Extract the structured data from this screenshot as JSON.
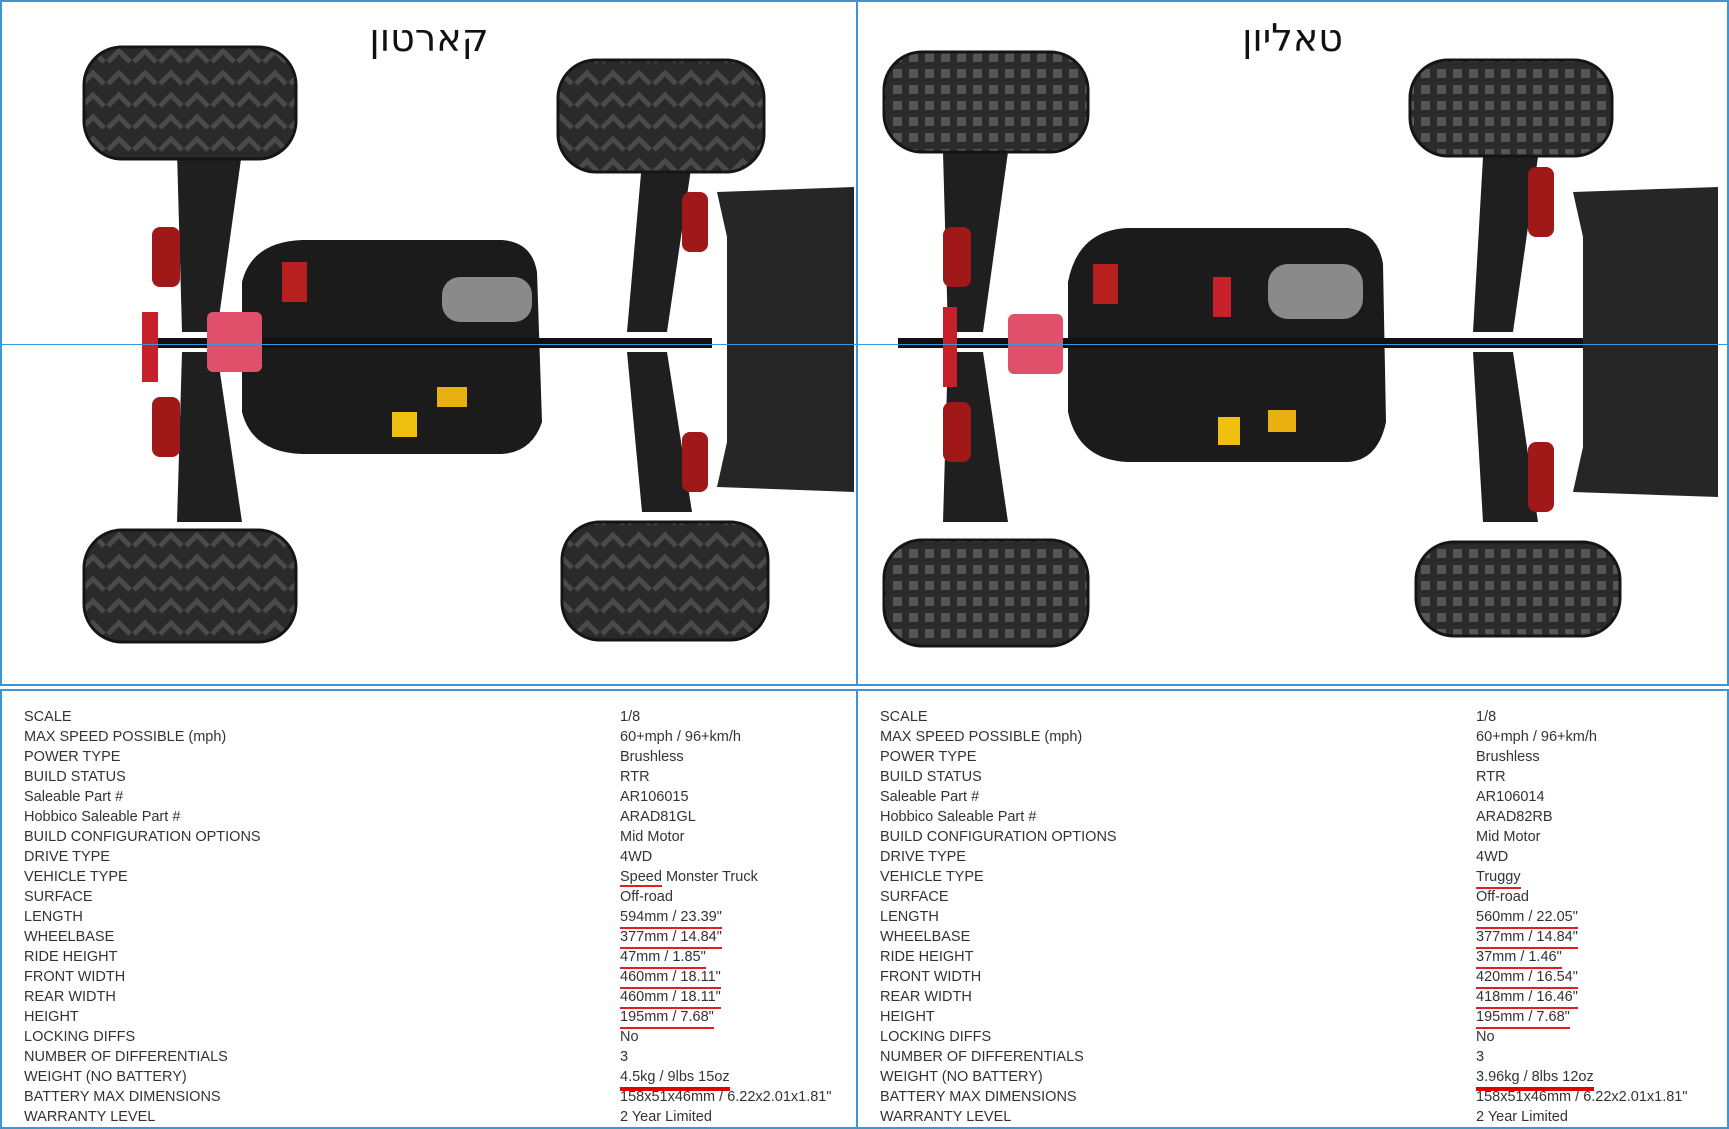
{
  "colors": {
    "frame": "#3a96d8",
    "underline": "#e02020",
    "text": "#333333",
    "tire": "#222222",
    "chassis": "#1b1b1b",
    "accent_red": "#c8202a",
    "accent_pink": "#e0506a",
    "accent_yellow": "#f0c010"
  },
  "left": {
    "title": "קארטון",
    "tire_style": "street",
    "specs": [
      {
        "label": "SCALE",
        "value": "1/8",
        "mark": ""
      },
      {
        "label": "MAX SPEED POSSIBLE (mph)",
        "value": "60+mph / 96+km/h",
        "mark": ""
      },
      {
        "label": "POWER TYPE",
        "value": "Brushless",
        "mark": ""
      },
      {
        "label": "BUILD STATUS",
        "value": "RTR",
        "mark": ""
      },
      {
        "label": "Saleable Part #",
        "value": "AR106015",
        "mark": ""
      },
      {
        "label": "Hobbico Saleable Part #",
        "value": "ARAD81GL",
        "mark": ""
      },
      {
        "label": "BUILD CONFIGURATION OPTIONS",
        "value": "Mid Motor",
        "mark": ""
      },
      {
        "label": "DRIVE TYPE",
        "value": "4WD",
        "mark": ""
      },
      {
        "label": "VEHICLE TYPE",
        "value": "Speed Monster Truck",
        "mark": "partial"
      },
      {
        "label": "SURFACE",
        "value": "Off-road",
        "mark": ""
      },
      {
        "label": "LENGTH",
        "value": "594mm / 23.39\"",
        "mark": "thin"
      },
      {
        "label": "WHEELBASE",
        "value": "377mm / 14.84\"",
        "mark": "thin"
      },
      {
        "label": "RIDE HEIGHT",
        "value": "47mm / 1.85\"",
        "mark": "thin"
      },
      {
        "label": "FRONT WIDTH",
        "value": "460mm / 18.11\"",
        "mark": "thin"
      },
      {
        "label": "REAR WIDTH",
        "value": "460mm / 18.11\"",
        "mark": "thin"
      },
      {
        "label": "HEIGHT",
        "value": "195mm / 7.68\"",
        "mark": "thin"
      },
      {
        "label": "LOCKING DIFFS",
        "value": "No",
        "mark": ""
      },
      {
        "label": "NUMBER OF DIFFERENTIALS",
        "value": "3",
        "mark": ""
      },
      {
        "label": "WEIGHT (NO BATTERY)",
        "value": "4.5kg / 9lbs 15oz",
        "mark": "thick"
      },
      {
        "label": "BATTERY MAX DIMENSIONS",
        "value": "158x51x46mm / 6.22x2.01x1.81\"",
        "mark": ""
      },
      {
        "label": "WARRANTY LEVEL",
        "value": "2 Year Limited",
        "mark": ""
      }
    ]
  },
  "right": {
    "title": "טאליון",
    "tire_style": "pin",
    "specs": [
      {
        "label": "SCALE",
        "value": "1/8",
        "mark": ""
      },
      {
        "label": "MAX SPEED POSSIBLE (mph)",
        "value": "60+mph / 96+km/h",
        "mark": ""
      },
      {
        "label": "POWER TYPE",
        "value": "Brushless",
        "mark": ""
      },
      {
        "label": "BUILD STATUS",
        "value": "RTR",
        "mark": ""
      },
      {
        "label": "Saleable Part #",
        "value": "AR106014",
        "mark": ""
      },
      {
        "label": "Hobbico Saleable Part #",
        "value": "ARAD82RB",
        "mark": ""
      },
      {
        "label": "BUILD CONFIGURATION OPTIONS",
        "value": "Mid Motor",
        "mark": ""
      },
      {
        "label": "DRIVE TYPE",
        "value": "4WD",
        "mark": ""
      },
      {
        "label": "VEHICLE TYPE",
        "value": "Truggy",
        "mark": "thin"
      },
      {
        "label": "SURFACE",
        "value": "Off-road",
        "mark": ""
      },
      {
        "label": "LENGTH",
        "value": "560mm / 22.05\"",
        "mark": "thin"
      },
      {
        "label": "WHEELBASE",
        "value": "377mm / 14.84\"",
        "mark": "thin"
      },
      {
        "label": "RIDE HEIGHT",
        "value": "37mm / 1.46\"",
        "mark": "thin"
      },
      {
        "label": "FRONT WIDTH",
        "value": "420mm / 16.54\"",
        "mark": "thin"
      },
      {
        "label": "REAR WIDTH",
        "value": "418mm / 16.46\"",
        "mark": "thin"
      },
      {
        "label": "HEIGHT",
        "value": "195mm / 7.68\"",
        "mark": "thin"
      },
      {
        "label": "LOCKING DIFFS",
        "value": "No",
        "mark": ""
      },
      {
        "label": "NUMBER OF DIFFERENTIALS",
        "value": "3",
        "mark": ""
      },
      {
        "label": "WEIGHT (NO BATTERY)",
        "value": "3.96kg / 8lbs 12oz",
        "mark": "thick"
      },
      {
        "label": "BATTERY MAX DIMENSIONS",
        "value": "158x51x46mm / 6.22x2.01x1.81\"",
        "mark": ""
      },
      {
        "label": "WARRANTY LEVEL",
        "value": "2 Year Limited",
        "mark": ""
      }
    ]
  }
}
